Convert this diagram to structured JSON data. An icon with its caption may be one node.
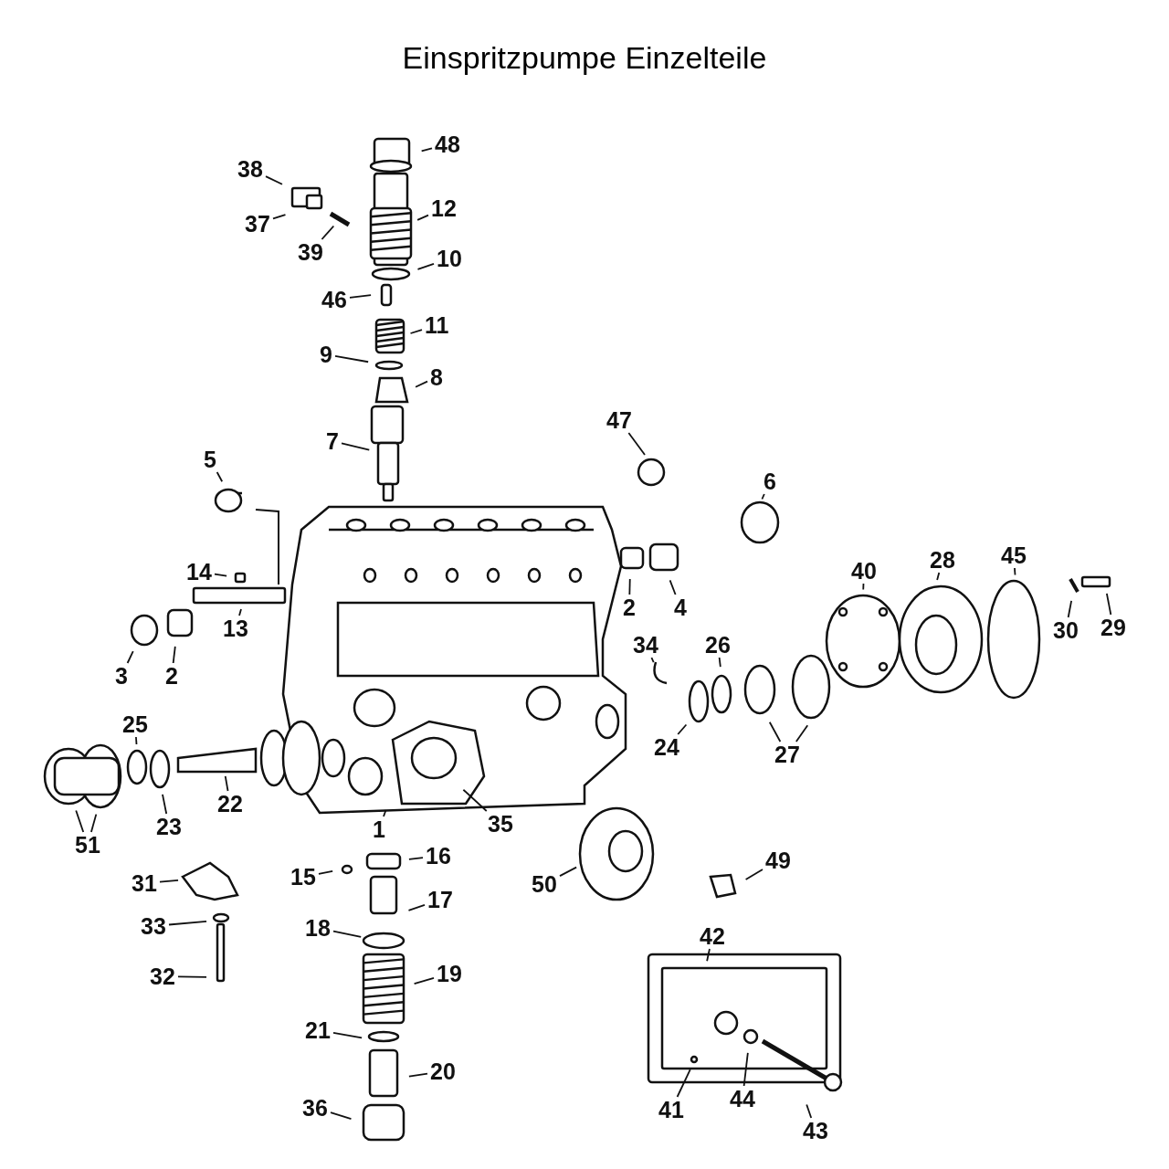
{
  "diagram": {
    "title": "Einspritzpumpe Einzelteile",
    "nodes": [
      {
        "text": [
          "48"
        ]
      },
      {
        "text": [
          "38"
        ]
      },
      {
        "text": [
          "37"
        ]
      },
      {
        "text": [
          "12"
        ]
      },
      {
        "text": [
          "39"
        ]
      },
      {
        "text": [
          "10"
        ]
      },
      {
        "text": [
          "46"
        ]
      },
      {
        "text": [
          "11"
        ]
      },
      {
        "text": [
          "9"
        ]
      },
      {
        "text": [
          "8"
        ]
      },
      {
        "text": [
          "7"
        ]
      },
      {
        "text": [
          "47"
        ]
      },
      {
        "text": [
          "5"
        ]
      },
      {
        "text": [
          "6"
        ]
      },
      {
        "text": [
          "14"
        ]
      },
      {
        "text": [
          "2"
        ]
      },
      {
        "text": [
          "4"
        ]
      },
      {
        "text": [
          "40"
        ]
      },
      {
        "text": [
          "28"
        ]
      },
      {
        "text": [
          "45"
        ]
      },
      {
        "text": [
          "30"
        ]
      },
      {
        "text": [
          "29"
        ]
      },
      {
        "text": [
          "3"
        ]
      },
      {
        "text": [
          "2"
        ]
      },
      {
        "text": [
          "13"
        ]
      },
      {
        "text": [
          "34"
        ]
      },
      {
        "text": [
          "26"
        ]
      },
      {
        "text": [
          "24"
        ]
      },
      {
        "text": [
          "27"
        ]
      },
      {
        "text": [
          "25"
        ]
      },
      {
        "text": [
          "22"
        ]
      },
      {
        "text": [
          "23"
        ]
      },
      {
        "text": [
          "51"
        ]
      },
      {
        "text": [
          "1"
        ]
      },
      {
        "text": [
          "35"
        ]
      },
      {
        "text": [
          "16"
        ]
      },
      {
        "text": [
          "15"
        ]
      },
      {
        "text": [
          "50"
        ]
      },
      {
        "text": [
          "49"
        ]
      },
      {
        "text": [
          "31"
        ]
      },
      {
        "text": [
          "17"
        ]
      },
      {
        "text": [
          "33"
        ]
      },
      {
        "text": [
          "18"
        ]
      },
      {
        "text": [
          "42"
        ]
      },
      {
        "text": [
          "32"
        ]
      },
      {
        "text": [
          "19"
        ]
      },
      {
        "text": [
          "21"
        ]
      },
      {
        "text": [
          "20"
        ]
      },
      {
        "text": [
          "36"
        ]
      },
      {
        "text": [
          "41"
        ]
      },
      {
        "text": [
          "44"
        ]
      },
      {
        "text": [
          "43"
        ]
      }
    ],
    "edges": [
      {
        "from": 0,
        "to": null,
        "arrow": "none"
      },
      {
        "from": 1,
        "to": null,
        "arrow": "none"
      },
      {
        "from": 2,
        "to": null,
        "arrow": "none"
      },
      {
        "from": 3,
        "to": null,
        "arrow": "none"
      },
      {
        "from": 4,
        "to": null,
        "arrow": "none"
      },
      {
        "from": 5,
        "to": null,
        "arrow": "none"
      },
      {
        "from": 6,
        "to": null,
        "arrow": "none"
      },
      {
        "from": 7,
        "to": null,
        "arrow": "none"
      },
      {
        "from": 8,
        "to": null,
        "arrow": "none"
      },
      {
        "from": 9,
        "to": null,
        "arrow": "none"
      },
      {
        "from": 10,
        "to": null,
        "arrow": "none"
      },
      {
        "from": 11,
        "to": null,
        "arrow": "none"
      },
      {
        "from": 12,
        "to": null,
        "arrow": "none"
      },
      {
        "from": 13,
        "to": null,
        "arrow": "none"
      },
      {
        "from": 14,
        "to": null,
        "arrow": "none"
      },
      {
        "from": 15,
        "to": null,
        "arrow": "none"
      },
      {
        "from": 16,
        "to": null,
        "arrow": "none"
      },
      {
        "from": 17,
        "to": null,
        "arrow": "none"
      },
      {
        "from": 18,
        "to": null,
        "arrow": "none"
      },
      {
        "from": 19,
        "to": null,
        "arrow": "none"
      },
      {
        "from": 20,
        "to": null,
        "arrow": "none"
      },
      {
        "from": 21,
        "to": null,
        "arrow": "none"
      },
      {
        "from": 22,
        "to": null,
        "arrow": "none"
      },
      {
        "from": 23,
        "to": null,
        "arrow": "none"
      },
      {
        "from": 24,
        "to": null,
        "arrow": "none"
      },
      {
        "from": 25,
        "to": null,
        "arrow": "none"
      },
      {
        "from": 26,
        "to": null,
        "arrow": "none"
      },
      {
        "from": 27,
        "to": null,
        "arrow": "none"
      },
      {
        "from": 28,
        "to": null,
        "arrow": "none"
      },
      {
        "from": 28,
        "to": null,
        "arrow": "none"
      },
      {
        "from": 29,
        "to": null,
        "arrow": "none"
      },
      {
        "from": 30,
        "to": null,
        "arrow": "none"
      },
      {
        "from": 31,
        "to": null,
        "arrow": "none"
      },
      {
        "from": 32,
        "to": null,
        "arrow": "none"
      },
      {
        "from": 32,
        "to": null,
        "arrow": "none"
      },
      {
        "from": 33,
        "to": null,
        "arrow": "none"
      },
      {
        "from": 34,
        "to": null,
        "arrow": "none"
      },
      {
        "from": 35,
        "to": null,
        "arrow": "none"
      },
      {
        "from": 36,
        "to": null,
        "arrow": "none"
      },
      {
        "from": 37,
        "to": null,
        "arrow": "none"
      },
      {
        "from": 38,
        "to": null,
        "arrow": "none"
      },
      {
        "from": 39,
        "to": null,
        "arrow": "none"
      },
      {
        "from": 40,
        "to": null,
        "arrow": "none"
      },
      {
        "from": 41,
        "to": null,
        "arrow": "none"
      },
      {
        "from": 42,
        "to": null,
        "arrow": "none"
      },
      {
        "from": 43,
        "to": null,
        "arrow": "none"
      },
      {
        "from": 44,
        "to": null,
        "arrow": "none"
      },
      {
        "from": 45,
        "to": null,
        "arrow": "none"
      },
      {
        "from": 46,
        "to": null,
        "arrow": "none"
      },
      {
        "from": 47,
        "to": null,
        "arrow": "none"
      },
      {
        "from": 48,
        "to": null,
        "arrow": "none"
      },
      {
        "from": 49,
        "to": null,
        "arrow": "none"
      },
      {
        "from": 50,
        "to": null,
        "arrow": "none"
      },
      {
        "from": 51,
        "to": null,
        "arrow": "none"
      }
    ]
  }
}
